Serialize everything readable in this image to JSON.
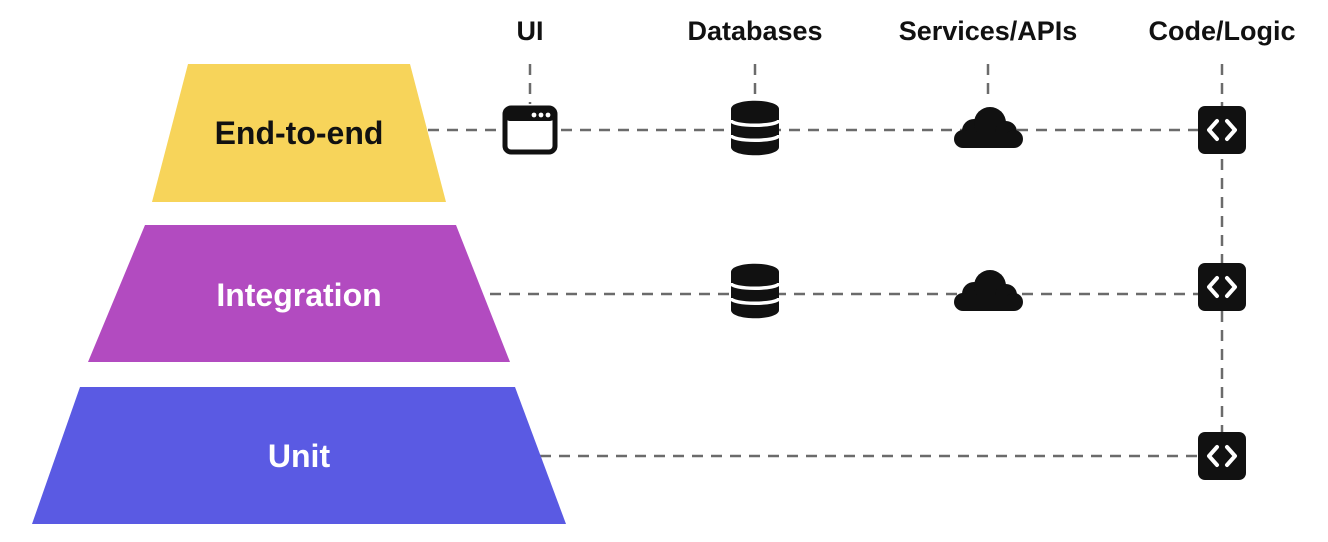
{
  "columns": {
    "ui": "UI",
    "databases": "Databases",
    "services": "Services/APIs",
    "code": "Code/Logic"
  },
  "tiers": [
    {
      "label": "End-to-end",
      "fill": "#f7d45a",
      "text_color": "#111111",
      "components": [
        "ui",
        "databases",
        "services",
        "code"
      ]
    },
    {
      "label": "Integration",
      "fill": "#b24bc0",
      "text_color": "#ffffff",
      "components": [
        "databases",
        "services",
        "code"
      ]
    },
    {
      "label": "Unit",
      "fill": "#5a5ae3",
      "text_color": "#ffffff",
      "components": [
        "code"
      ]
    }
  ],
  "icons": {
    "ui": "browser-window-icon",
    "databases": "database-icon",
    "services": "cloud-icon",
    "code": "code-brackets-icon"
  },
  "colors": {
    "icon": "#111111",
    "connector": "#6b6b6b"
  }
}
